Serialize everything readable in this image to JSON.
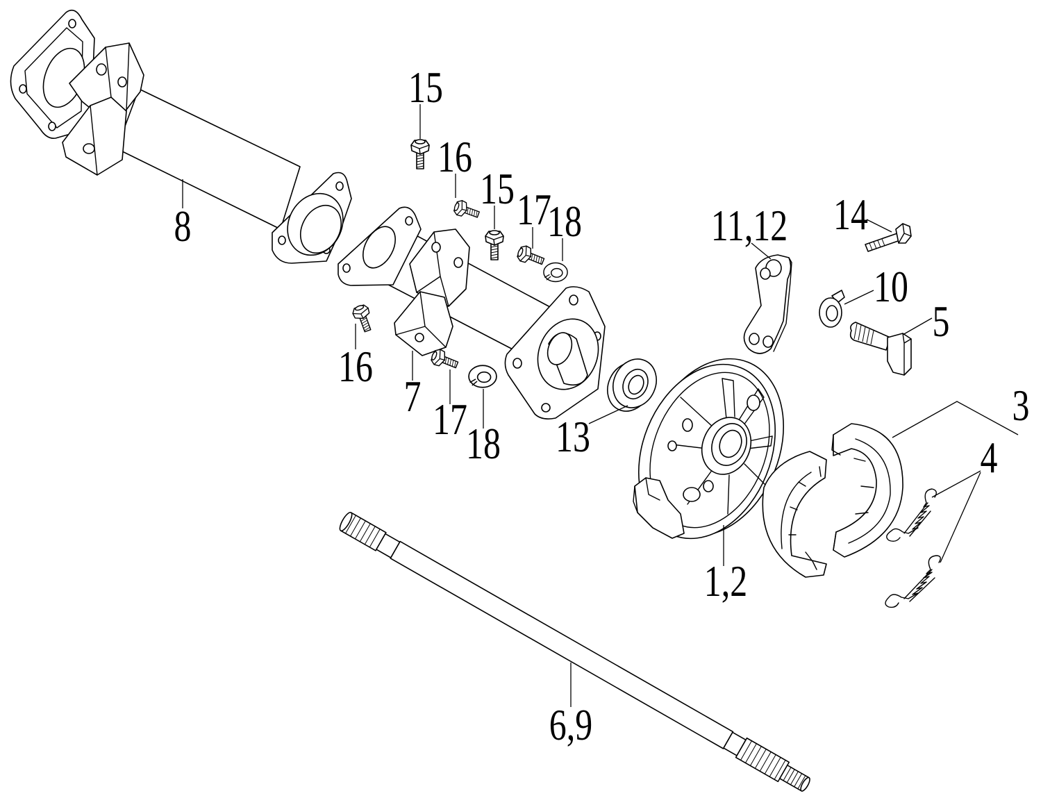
{
  "colors": {
    "line": "#000000",
    "background": "#ffffff"
  },
  "callouts": [
    {
      "label": "15"
    },
    {
      "label": "16"
    },
    {
      "label": "15"
    },
    {
      "label": "17"
    },
    {
      "label": "18"
    },
    {
      "label": "8"
    },
    {
      "label": "11,12"
    },
    {
      "label": "14"
    },
    {
      "label": "10"
    },
    {
      "label": "5"
    },
    {
      "label": "16"
    },
    {
      "label": "7"
    },
    {
      "label": "17"
    },
    {
      "label": "18"
    },
    {
      "label": "13"
    },
    {
      "label": "3"
    },
    {
      "label": "4"
    },
    {
      "label": "1,2"
    },
    {
      "label": "6,9"
    }
  ]
}
